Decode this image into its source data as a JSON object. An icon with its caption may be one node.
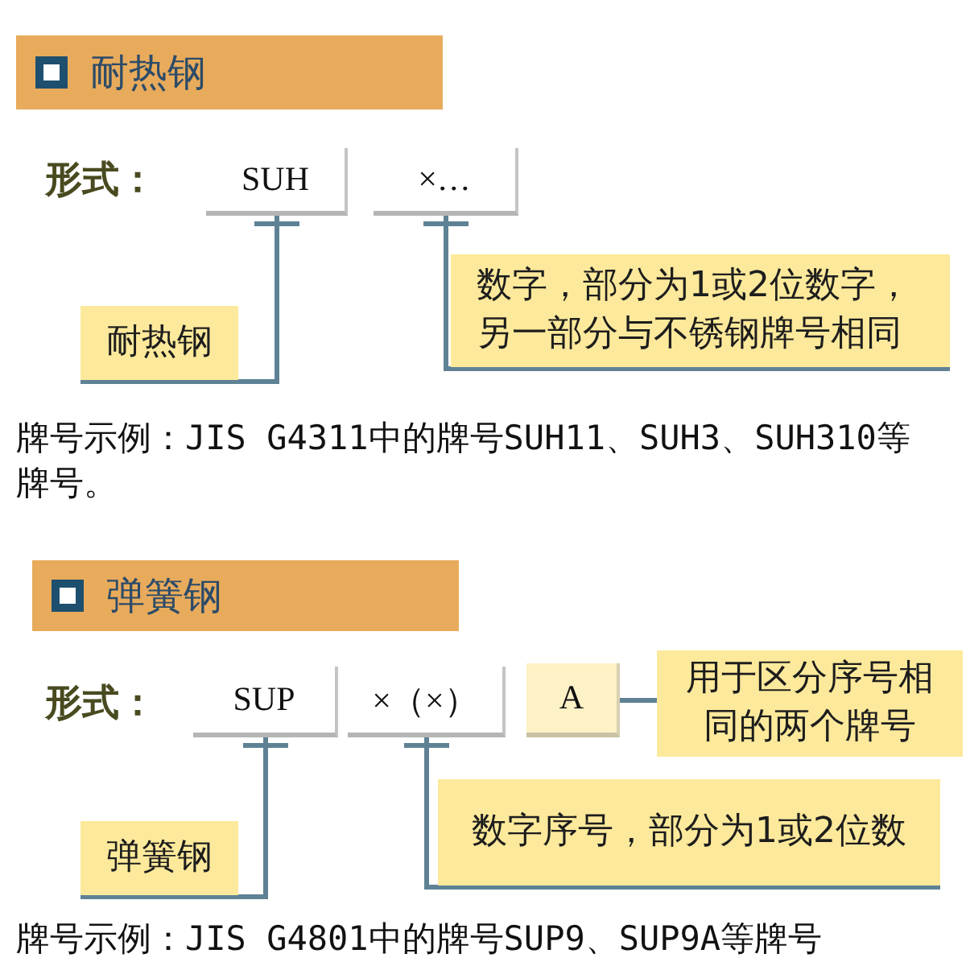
{
  "diagram": {
    "nodes": [
      {
        "text": [
          "耐热钢"
        ]
      },
      {
        "text": [
          "SUH"
        ]
      },
      {
        "text": [
          "×…"
        ]
      },
      {
        "text": [
          "耐热钢"
        ]
      },
      {
        "text": [
          "数字，部分为1或2位数字，另一部分与不锈钢牌号相同"
        ]
      },
      {
        "text": [
          "弹簧钢"
        ]
      },
      {
        "text": [
          "SUP"
        ]
      },
      {
        "text": [
          "×（×）"
        ]
      },
      {
        "text": [
          "A"
        ]
      },
      {
        "text": [
          "用于区分序号相同的两个牌号"
        ]
      },
      {
        "text": [
          "弹簧钢"
        ]
      },
      {
        "text": [
          "数字序号，部分为1或2位数"
        ]
      }
    ],
    "edges": [
      {
        "from": 1,
        "to": 3,
        "arrow": "none"
      },
      {
        "from": 2,
        "to": 4,
        "arrow": "none"
      },
      {
        "from": 6,
        "to": 10,
        "arrow": "none"
      },
      {
        "from": 7,
        "to": 11,
        "arrow": "none"
      },
      {
        "from": 8,
        "to": 9,
        "arrow": "none"
      }
    ],
    "labels": [
      "形式：",
      "牌号示例：JIS G4311中的牌号SUH11、SUH3、SUH310等牌号。",
      "形式：",
      "牌号示例：JIS G4801中的牌号SUP9、SUP9A等牌号"
    ]
  }
}
